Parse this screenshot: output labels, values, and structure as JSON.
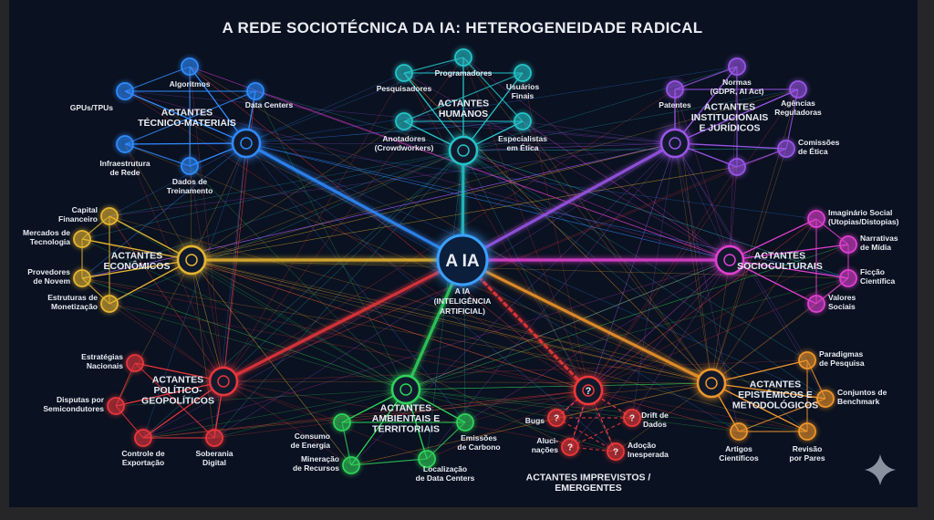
{
  "title": "A REDE SOCIOTÉCNICA DA IA: HETEROGENEIDADE RADICAL",
  "center": {
    "badge": "A IA",
    "label": [
      "A IA",
      "(INTELIGÊNCIA",
      "ARTIFICIAL)"
    ],
    "color": "#3aa0ff"
  },
  "clusters": [
    {
      "id": "tecnico",
      "title": [
        "ACTANTES",
        "TÉCNICO-MATERIAIS"
      ],
      "color": "#2f8bff",
      "nodes": [
        [
          "Algoritmos"
        ],
        [
          "GPUs/TPUs"
        ],
        [
          "Data Centers"
        ],
        [
          "Infraestrutura",
          "de Rede"
        ],
        [
          "Dados de",
          "Treinamento"
        ]
      ]
    },
    {
      "id": "humanos",
      "title": [
        "ACTANTES",
        "HUMANOS"
      ],
      "color": "#25c3c8",
      "nodes": [
        [
          "Programadores"
        ],
        [
          "Pesquisadores"
        ],
        [
          "Usuários",
          "Finais"
        ],
        [
          "Anotadores",
          "(Crowdworkers)"
        ],
        [
          "Especialistas",
          "em Ética"
        ]
      ]
    },
    {
      "id": "institucionais",
      "title": [
        "ACTANTES",
        "INSTITUCIONAIS",
        "E JURÍDICOS"
      ],
      "color": "#9a55e8",
      "nodes": [
        [
          "Normas",
          "(GDPR, AI Act)"
        ],
        [
          "Patentes"
        ],
        [
          "Agências",
          "Reguladoras"
        ],
        [
          "Comissões",
          "de Ética"
        ],
        []
      ]
    },
    {
      "id": "economicos",
      "title": [
        "ACTANTES",
        "ECONÔMICOS"
      ],
      "color": "#e6b530",
      "nodes": [
        [
          "Capital",
          "Financeiro"
        ],
        [
          "Mercados de",
          "Tecnologia"
        ],
        [
          "Provedores",
          "de Novem"
        ],
        [
          "Estruturas de",
          "Monetização"
        ]
      ]
    },
    {
      "id": "socioculturais",
      "title": [
        "ACTANTES",
        "SOCIOCULTURAIS"
      ],
      "color": "#e040d0",
      "nodes": [
        [
          "Imaginário Social",
          "(Utopias/Distopias)"
        ],
        [
          "Narrativas",
          "de Mídia"
        ],
        [
          "Ficção",
          "Científica"
        ],
        [
          "Valores",
          "Sociais"
        ]
      ]
    },
    {
      "id": "politicos",
      "title": [
        "ACTANTES",
        "POLÍTICO-",
        "GEOPOLÍTICOS"
      ],
      "color": "#e8363c",
      "nodes": [
        [
          "Estratégias",
          "Nacionais"
        ],
        [
          "Disputas por",
          "Semicondutores"
        ],
        [
          "Controle de",
          "Exportação"
        ],
        [
          "Soberania",
          "Digital"
        ]
      ]
    },
    {
      "id": "ambientais",
      "title": [
        "ACTANTES",
        "AMBIENTAIS E",
        "TERRITORIAIS"
      ],
      "color": "#2fd35a",
      "nodes": [
        [
          "Consumo",
          "de Energia"
        ],
        [
          "Mineração",
          "de Recursos"
        ],
        [
          "Localização",
          "de Data Centers"
        ],
        [
          "Emissões",
          "de Carbono"
        ]
      ]
    },
    {
      "id": "imprevistos",
      "title": [
        "ACTANTES IMPREVISTOS /",
        "EMERGENTES"
      ],
      "color": "#f03838",
      "nodes": [
        [
          "Bugs"
        ],
        [
          "Drift de",
          "Dados"
        ],
        [
          "Aluci-",
          "nações"
        ],
        [
          "Adoção",
          "Inesperada"
        ]
      ]
    },
    {
      "id": "epistemicos",
      "title": [
        "ACTANTES",
        "EPISTÊMICOS E",
        "METODOLÓGICOS"
      ],
      "color": "#f0962a",
      "nodes": [
        [
          "Paradigmas",
          "de Pesquisa"
        ],
        [
          "Conjuntos de",
          "Benchmark"
        ],
        [
          "Artigos",
          "Científicos"
        ],
        [
          "Revisão",
          "por Pares"
        ]
      ]
    }
  ],
  "watermark_icon": "sparkle-icon"
}
